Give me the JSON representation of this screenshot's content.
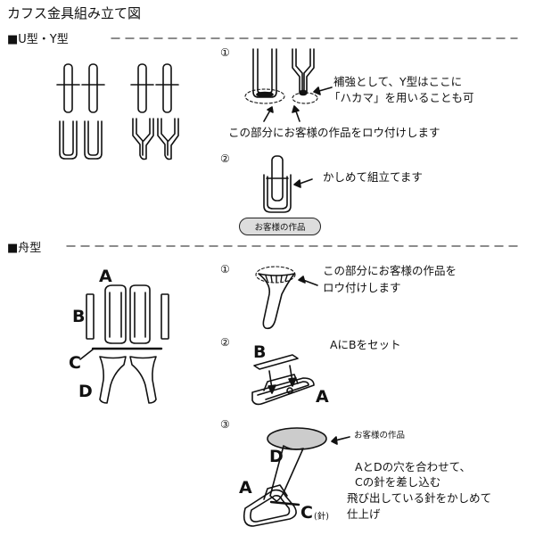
{
  "title": "カフス金具組み立て図",
  "sections": {
    "uy": {
      "heading": "■U型・Y型",
      "step1_num": "①",
      "step1_note_line1": "補強として、Y型はここに",
      "step1_note_line2": "「ハカマ」を用いることも可",
      "step1_caption": "この部分にお客様の作品をロウ付けします",
      "step2_num": "②",
      "step2_note": "かしめて組立てます",
      "step2_badge": "お客様の作品"
    },
    "boat": {
      "heading": "■舟型",
      "label_a": "A",
      "label_b": "B",
      "label_c": "C",
      "label_d": "D",
      "step1_num": "①",
      "step1_note_line1": "この部分にお客様の作品を",
      "step1_note_line2": "ロウ付けします",
      "step2_num": "②",
      "step2_note": "AにBをセット",
      "step2_label_a": "A",
      "step2_label_b": "B",
      "step3_num": "③",
      "step3_label_work": "お客様の作品",
      "step3_label_a": "A",
      "step3_label_d": "D",
      "step3_label_c": "C",
      "step3_label_c_sub": "(針)",
      "step3_note_line1": "AとDの穴を合わせて、",
      "step3_note_line2": "Cの針を差し込む",
      "step3_note_line3": "飛び出している針をかしめて",
      "step3_note_line4": "仕上げ"
    }
  }
}
